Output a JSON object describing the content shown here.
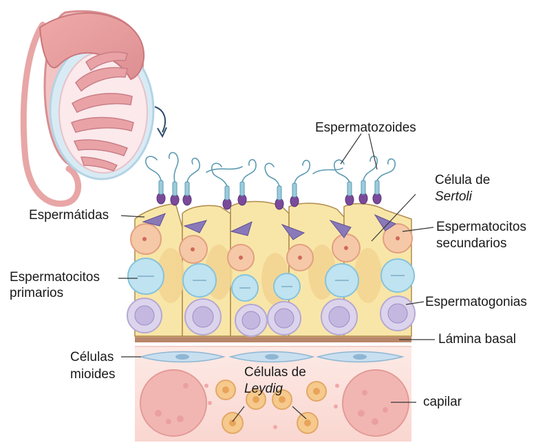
{
  "labels": {
    "espermatozoides": "Espermatozoides",
    "sertoli_line1": "Célula de",
    "sertoli_line2": "Sertoli",
    "espermatidas": "Espermátidas",
    "secundarios_line1": "Espermatocitos",
    "secundarios_line2": "secundarios",
    "primarios_line1": "Espermatocitos",
    "primarios_line2": "primarios",
    "espermatogonias": "Espermatogonias",
    "lamina_basal": "Lámina basal",
    "mioides_line1": "Células",
    "mioides_line2": "mioides",
    "leydig_line1": "Células de",
    "leydig_line2": "Leydig",
    "capilar": "capilar"
  },
  "colors": {
    "sertoli": "#f8e6a8",
    "sertoli_outline": "#b08a4a",
    "spermatid_head": "#7a4a9a",
    "spermatozoa_tail": "#5a9ab0",
    "secondary_spermatocyte": "#f5c8a8",
    "primary_spermatocyte": "#bfe3f0",
    "spermatogonia": "#dcd4ec",
    "basal_lamina": "#b8866a",
    "myoid": "#c8dff0",
    "interstitium": "#fbe0dc",
    "leydig": "#f6c98c",
    "capillary": "#f2b6b2",
    "testis": "#e8a0a0"
  }
}
